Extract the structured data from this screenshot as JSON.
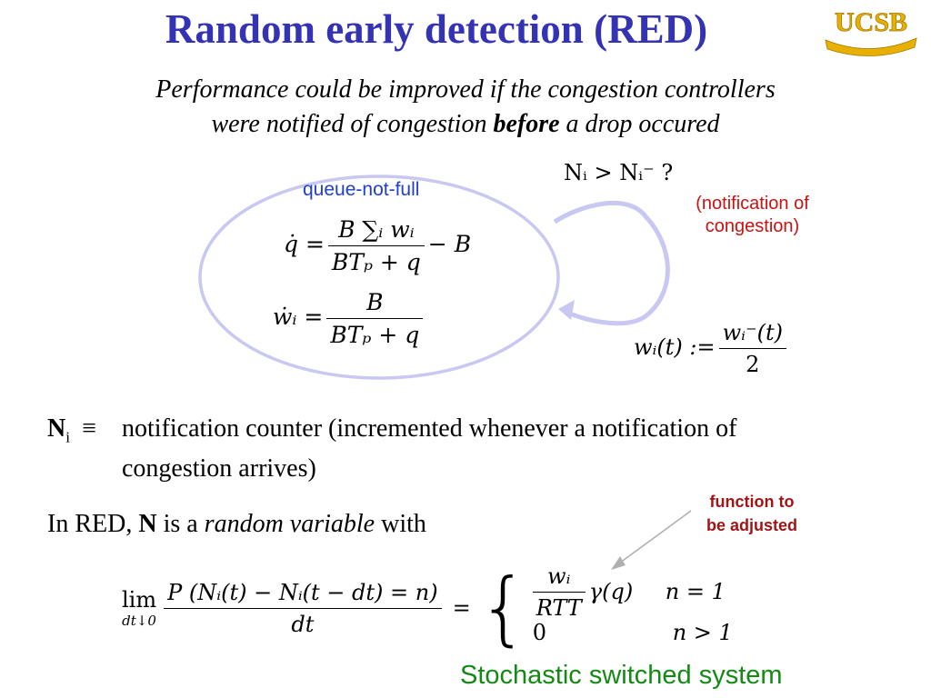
{
  "slide": {
    "title": "Random early detection (RED)",
    "logo_text": "UCSB",
    "subtitle_line1": "Performance could be improved if the congestion controllers",
    "subtitle_line2_pre": "were notified of congestion ",
    "subtitle_line2_bold": "before",
    "subtitle_line2_post": " a drop occured"
  },
  "diagram": {
    "queue_label": "queue-not-full",
    "notification_label_line1": "(notification of",
    "notification_label_line2": "congestion)",
    "eq_q_lhs": "q̇ =",
    "eq_q_num": "B ∑ᵢ wᵢ",
    "eq_q_den": "BTₚ + q",
    "eq_q_tail": "− B",
    "eq_w_lhs": "ẇᵢ =",
    "eq_w_num": "B",
    "eq_w_den": "BTₚ + q",
    "condition": "Nᵢ > Nᵢ⁻ ?",
    "reset_lhs": "wᵢ(t) :=",
    "reset_num": "wᵢ⁻(t)",
    "reset_den": "2"
  },
  "definition": {
    "symbol": "N",
    "symbol_sub": "i",
    "equiv": "≡",
    "line1": "notification counter (incremented whenever a notification of",
    "line2": "congestion arrives)"
  },
  "red_statement": {
    "pre": "In RED, ",
    "bold": "N",
    "mid": " is a ",
    "italic": "random variable",
    "post": " with"
  },
  "callout": {
    "line1": "function to",
    "line2": "be adjusted"
  },
  "limit_formula": {
    "lim": "lim",
    "lim_sub": "dt↓0",
    "numerator": "P (Nᵢ(t) − Nᵢ(t − dt) = n)",
    "denominator": "dt",
    "equals": "=",
    "case1_num": "wᵢ",
    "case1_den": "RTT",
    "case1_tail": "γ(q)",
    "case1_cond": "n = 1",
    "case2_val": "0",
    "case2_cond": "n > 1"
  },
  "footer": {
    "caption": "Stochastic switched system"
  },
  "colors": {
    "title": "#3333b3",
    "ellipse": "#c8c8f2",
    "blue_label": "#1f3fd0",
    "red_label": "#cc1111",
    "callout": "#a01515",
    "caption": "#138a13"
  }
}
